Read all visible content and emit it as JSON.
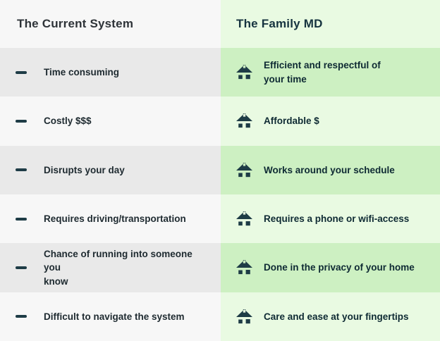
{
  "header": {
    "left": "The Current System",
    "right": "The Family MD"
  },
  "rows": [
    {
      "left": "Time consuming",
      "right": "Efficient and respectful of\nyour time"
    },
    {
      "left": "Costly $$$",
      "right": "Affordable $"
    },
    {
      "left": "Disrupts your day",
      "right": "Works around your schedule"
    },
    {
      "left": "Requires driving/transportation",
      "right": "Requires a phone or wifi-access"
    },
    {
      "left": "Chance of running into someone you\nknow",
      "right": "Done in the privacy of your home"
    },
    {
      "left": "Difficult to navigate the system",
      "right": "Care and ease at your fingertips"
    }
  ],
  "icons": {
    "left": "minus-icon",
    "right": "house-icon"
  },
  "colors": {
    "left_header_bg": "#f7f7f7",
    "left_row_shade": "#e9e9e9",
    "left_row_plain": "#f7f7f7",
    "right_header_bg": "#e9fae2",
    "right_row_shade": "#cdf0c2",
    "right_row_plain": "#e9fae2",
    "left_header_text": "#2e3338",
    "right_header_text": "#16333f",
    "icon_color": "#1e3c46"
  }
}
